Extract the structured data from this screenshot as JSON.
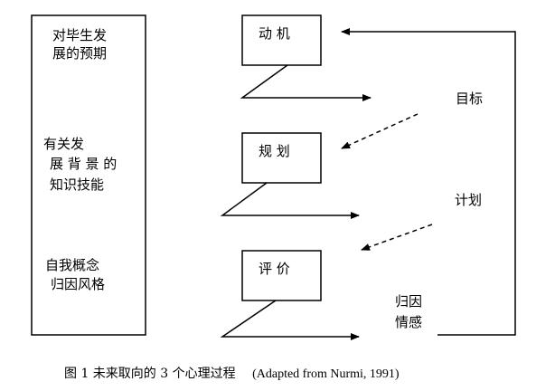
{
  "left_panel": {
    "group1": [
      "对毕生发",
      "展的预期"
    ],
    "group2": [
      "有关发",
      "展 背 景 的",
      "知识技能"
    ],
    "group3": [
      "自我概念",
      "归因风格"
    ]
  },
  "boxes": {
    "motivation": "动 机",
    "planning": "规 划",
    "evaluation": "评 价"
  },
  "right_labels": {
    "goal": "目标",
    "plan": "计划",
    "attribution_line1": "归因",
    "attribution_line2": "情感"
  },
  "caption": {
    "text": "图 1  未来取向的 3 个心理过程",
    "source": "(Adapted from Nurmi, 1991)"
  }
}
